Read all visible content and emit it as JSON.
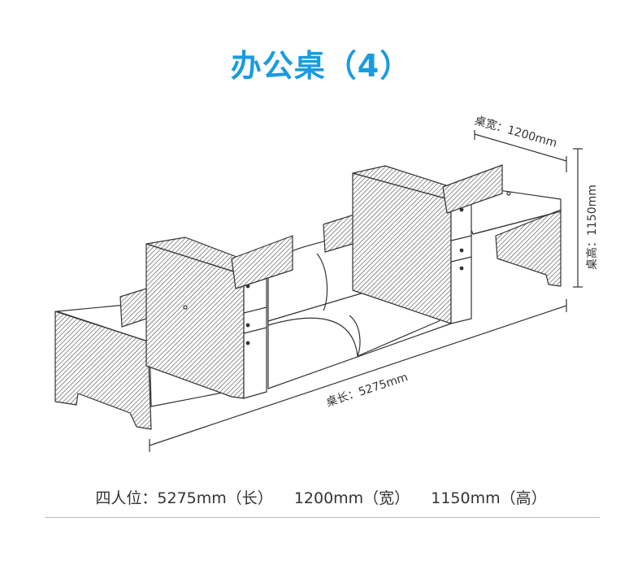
{
  "title": "办公桌（4）",
  "colors": {
    "title": "#1a9be0",
    "line": "#333333",
    "panel": "#ffffff",
    "hatch": "#555555"
  },
  "dimensions": {
    "width_label": "桌宽：1200mm",
    "height_label": "桌高：1150mm",
    "length_label": "桌长：5275mm"
  },
  "specs": {
    "seats": "四人位：5275mm（长）",
    "width": "1200mm（宽）",
    "height": "1150mm（高）"
  }
}
